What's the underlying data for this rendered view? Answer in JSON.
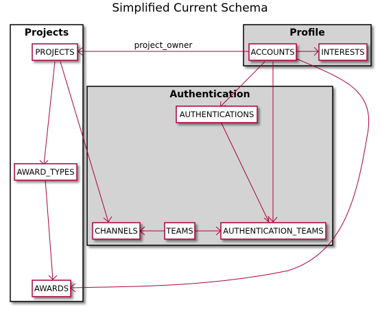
{
  "title": "Simplified Current Schema",
  "packages": {
    "projects": "Projects",
    "profile": "Profile",
    "authentication": "Authentication"
  },
  "entities": {
    "projects": "PROJECTS",
    "award_types": "AWARD_TYPES",
    "awards": "AWARDS",
    "accounts": "ACCOUNTS",
    "interests": "INTERESTS",
    "authentications": "AUTHENTICATIONS",
    "channels": "CHANNELS",
    "teams": "TEAMS",
    "authentication_teams": "AUTHENTICATION_TEAMS"
  },
  "relations": {
    "project_owner": "project_owner"
  },
  "colors": {
    "line": "#A80036",
    "package_fill": "#D3D3D3",
    "entity_fill": "#FFFFFF"
  }
}
